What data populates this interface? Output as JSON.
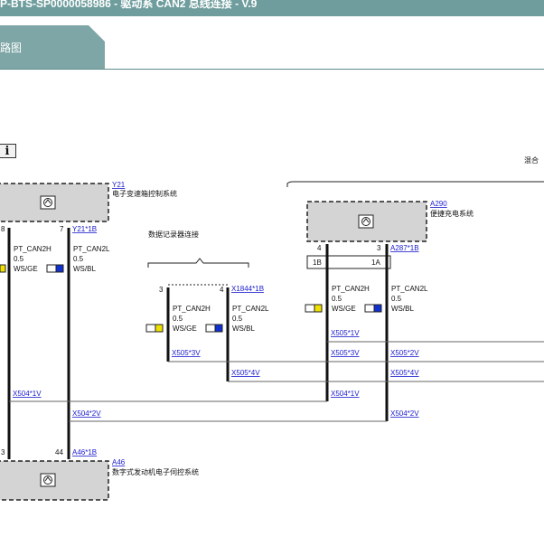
{
  "header": {
    "title": "P-BTS-SP0000058986 - 驱动系 CAN2 总线连接 - V.9"
  },
  "tab": {
    "label": "路图"
  },
  "info_button": {
    "label": "i"
  },
  "hybrid_label": "混合",
  "group_label": "数据记录器连接",
  "modules": {
    "y21": {
      "id": "Y21",
      "name": "电子变速箱控制系统",
      "pin_left": "8",
      "pin_right": "7",
      "connector": "Y21*1B"
    },
    "a290": {
      "id": "A290",
      "name": "便捷充电系统",
      "pin_left": "4",
      "pin_right": "3",
      "connector": "A287*1B",
      "sub_left": "1B",
      "sub_right": "1A"
    },
    "a46": {
      "id": "A46",
      "name": "数字式发动机电子伺控系统",
      "pin_left": "3",
      "pin_right": "44",
      "connector": "A46*1B"
    },
    "x1844": {
      "pin_left": "3",
      "pin_right": "4",
      "connector": "X1844*1B"
    }
  },
  "wires": {
    "can2h": {
      "signal": "PT_CAN2H",
      "size": "0.5",
      "color": "WS/GE"
    },
    "can2l": {
      "signal": "PT_CAN2L",
      "size": "0.5",
      "color": "WS/BL"
    }
  },
  "splices": {
    "x504_1v": "X504*1V",
    "x504_2v": "X504*2V",
    "x505_1v": "X505*1V",
    "x505_2v": "X505*2V",
    "x505_3v": "X505*3V",
    "x505_4v": "X505*4V"
  },
  "colors": {
    "header_bg": "#6f9d9d",
    "tab_bg": "#7fa6a6",
    "module_fill": "#d4d4d4",
    "link": "#1a1acc",
    "ws_ge": "#f0e000",
    "ws_bl": "#1030d0"
  }
}
